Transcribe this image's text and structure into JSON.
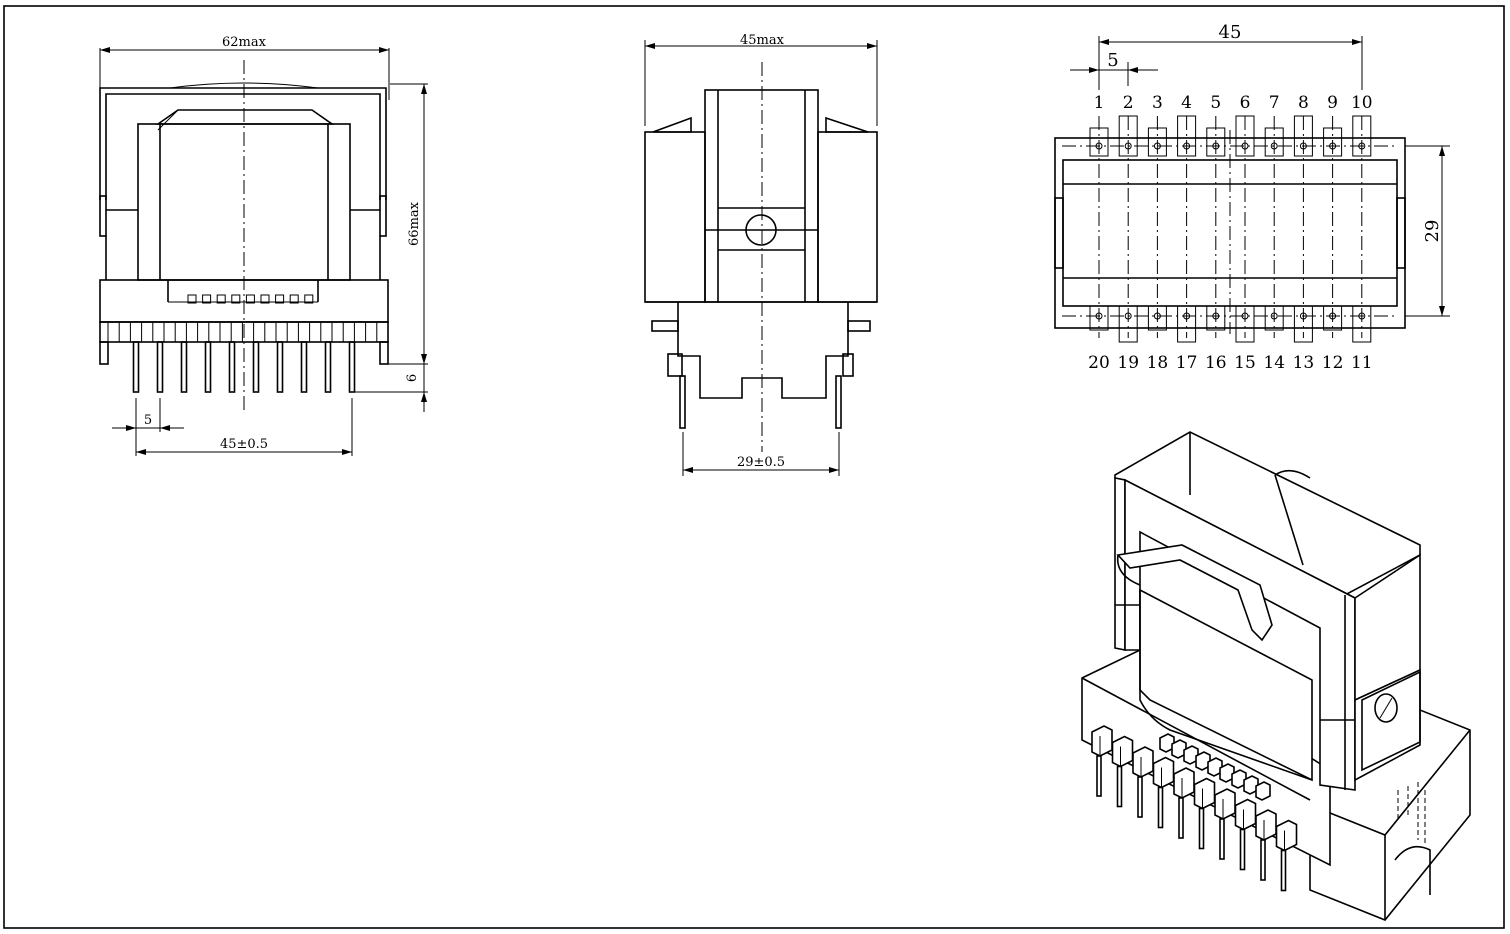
{
  "drawing": {
    "front_view": {
      "width_label": "62max",
      "height_label": "66max",
      "pin_length_label": "6",
      "pitch_label": "5",
      "span_label": "45±0.5"
    },
    "side_view": {
      "width_label": "45max",
      "span_label": "29±0.5"
    },
    "bottom_view": {
      "span_label": "45",
      "pitch_label": "5",
      "height_label": "29",
      "top_pins": [
        "1",
        "2",
        "3",
        "4",
        "5",
        "6",
        "7",
        "8",
        "9",
        "10"
      ],
      "bottom_pins": [
        "20",
        "19",
        "18",
        "17",
        "16",
        "15",
        "14",
        "13",
        "12",
        "11"
      ]
    }
  }
}
